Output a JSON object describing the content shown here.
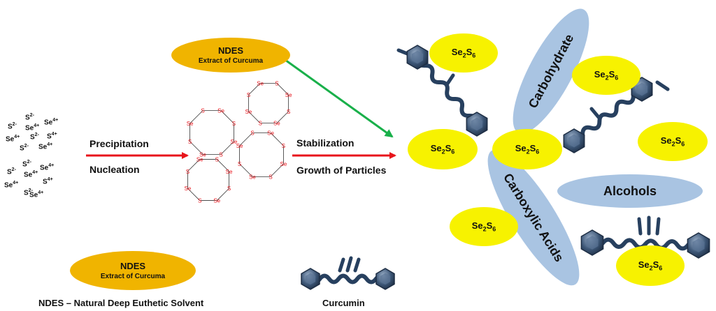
{
  "ions_top": [
    "S",
    "Se",
    "S",
    "Se",
    "Se",
    "S",
    "S",
    "Se",
    "S",
    "Se",
    "Se",
    "S"
  ],
  "ions_bottom": [
    "S",
    "S",
    "Se",
    "Se",
    "S",
    "Se",
    "S",
    "S",
    "Se",
    "Se",
    "S",
    "Se"
  ],
  "charges": {
    "s": "2-",
    "se": "4+",
    "s4": "4+"
  },
  "ion_set_a": [
    {
      "e": "S",
      "c": "2-"
    },
    {
      "e": "S",
      "c": "2-"
    },
    {
      "e": "Se",
      "c": "4+"
    },
    {
      "e": "Se",
      "c": "4+"
    },
    {
      "e": "Se",
      "c": "4+"
    },
    {
      "e": "S",
      "c": "2-"
    },
    {
      "e": "S",
      "c": "4+"
    },
    {
      "e": "S",
      "c": "2-"
    },
    {
      "e": "Se",
      "c": "4+"
    }
  ],
  "ion_set_b": [
    {
      "e": "S",
      "c": "2-"
    },
    {
      "e": "S",
      "c": "2-"
    },
    {
      "e": "Se",
      "c": "4+"
    },
    {
      "e": "Se",
      "c": "4+"
    },
    {
      "e": "Se",
      "c": "4+"
    },
    {
      "e": "S",
      "c": "4+"
    },
    {
      "e": "S",
      "c": "2-"
    },
    {
      "e": "Se",
      "c": "4+"
    }
  ],
  "step1": {
    "top": "Precipitation",
    "bottom": "Nucleation"
  },
  "step2": {
    "top": "Stabilization",
    "bottom": "Growth of Particles"
  },
  "ndes_top": {
    "title": "NDES",
    "subtitle": "Extract of Curcuma"
  },
  "ndes_legend": {
    "title": "NDES",
    "subtitle": "Extract of Curcuma"
  },
  "ndes_caption": "NDES – Natural Deep Euthetic Solvent",
  "curcumin_caption": "Curcumin",
  "ring_atoms": {
    "se": "Se",
    "s": "S"
  },
  "particle": {
    "base1": "Se",
    "sub1": "2",
    "base2": "S",
    "sub2": "6"
  },
  "groups": {
    "carbohydrate": "Carbohydrate",
    "carboxylic": "Carboxylic Acids",
    "alcohols": "Alcohols"
  },
  "colors": {
    "ndes": "#f0b400",
    "particle": "#f7f200",
    "group": "#a9c4e2",
    "arrow_red": "#e8141b",
    "arrow_green": "#19b04a",
    "ring": "#e8141b",
    "curcumin": "#27405f"
  }
}
